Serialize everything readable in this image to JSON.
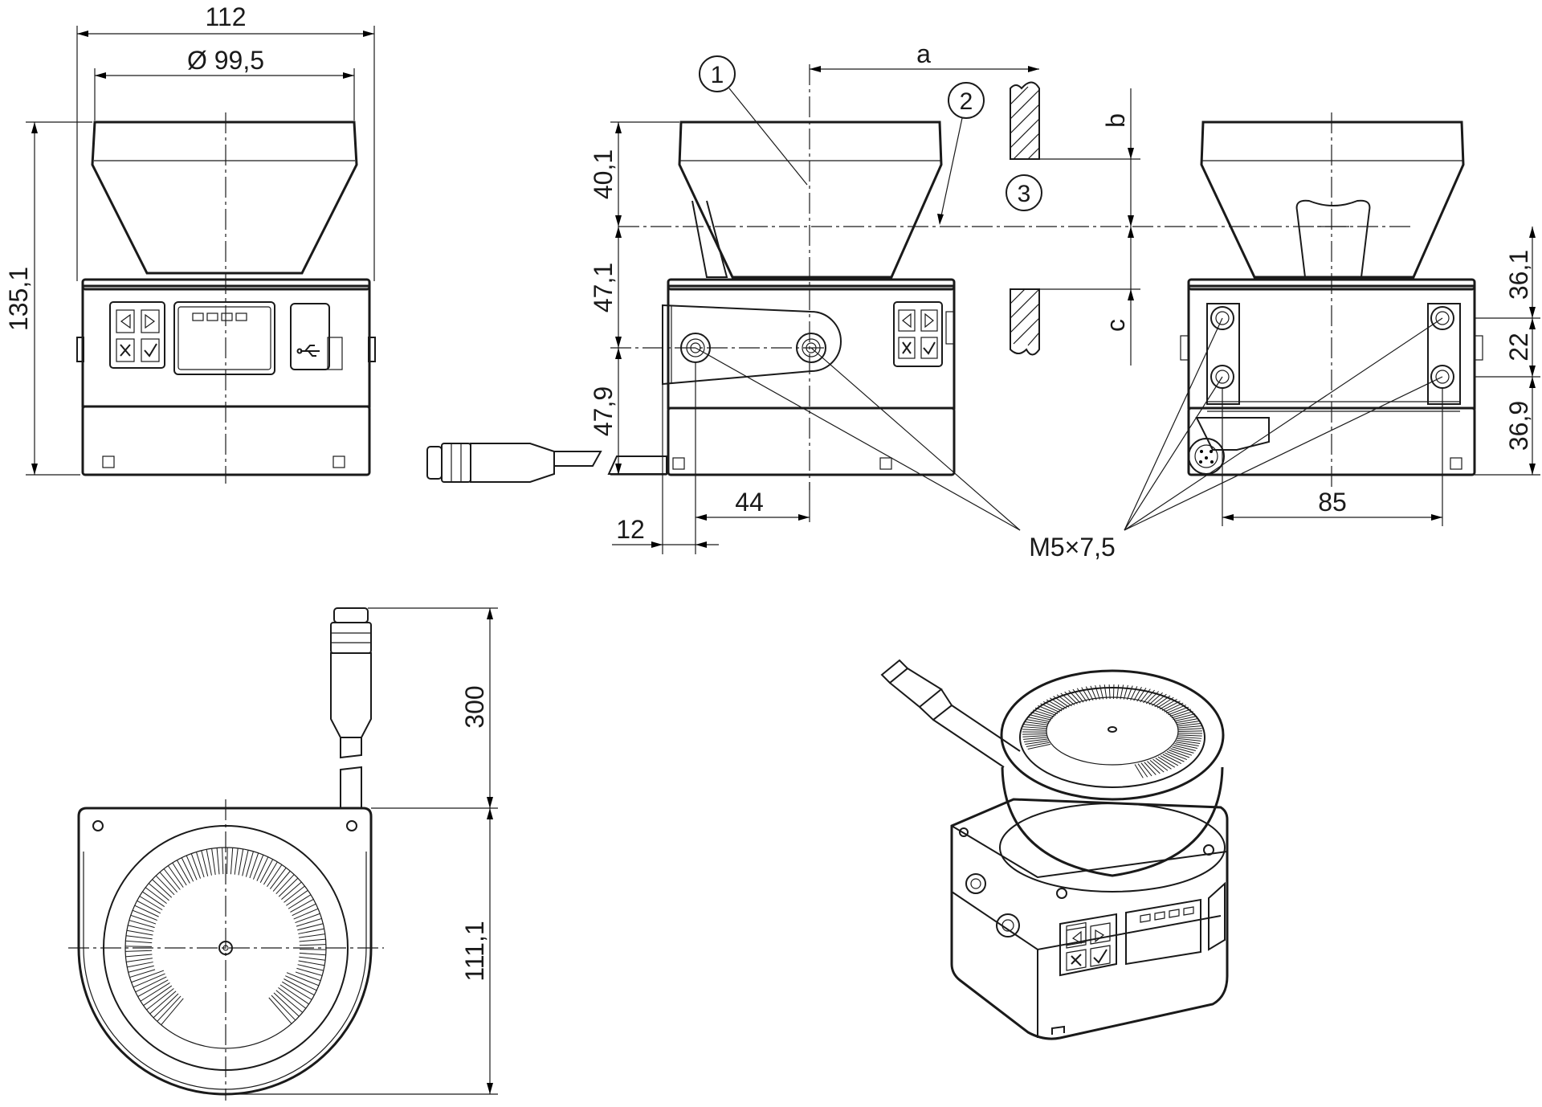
{
  "front_view": {
    "width_total": "112",
    "width_dome": "Ø 99,5",
    "height_total": "135,1"
  },
  "side_view": {
    "callout_1": "1",
    "callout_2": "2",
    "callout_3": "3",
    "dim_a": "a",
    "dim_b": "b",
    "dim_c": "c",
    "dim_upper": "40,1",
    "dim_middle": "47,1",
    "dim_lower": "47,9",
    "dim_44": "44",
    "dim_12": "12"
  },
  "rear_view": {
    "dim_36_1": "36,1",
    "dim_22": "22",
    "dim_36_9": "36,9",
    "dim_85": "85",
    "thread_label": "M5×7,5"
  },
  "top_view": {
    "cable_length": "300",
    "depth": "111,1"
  }
}
